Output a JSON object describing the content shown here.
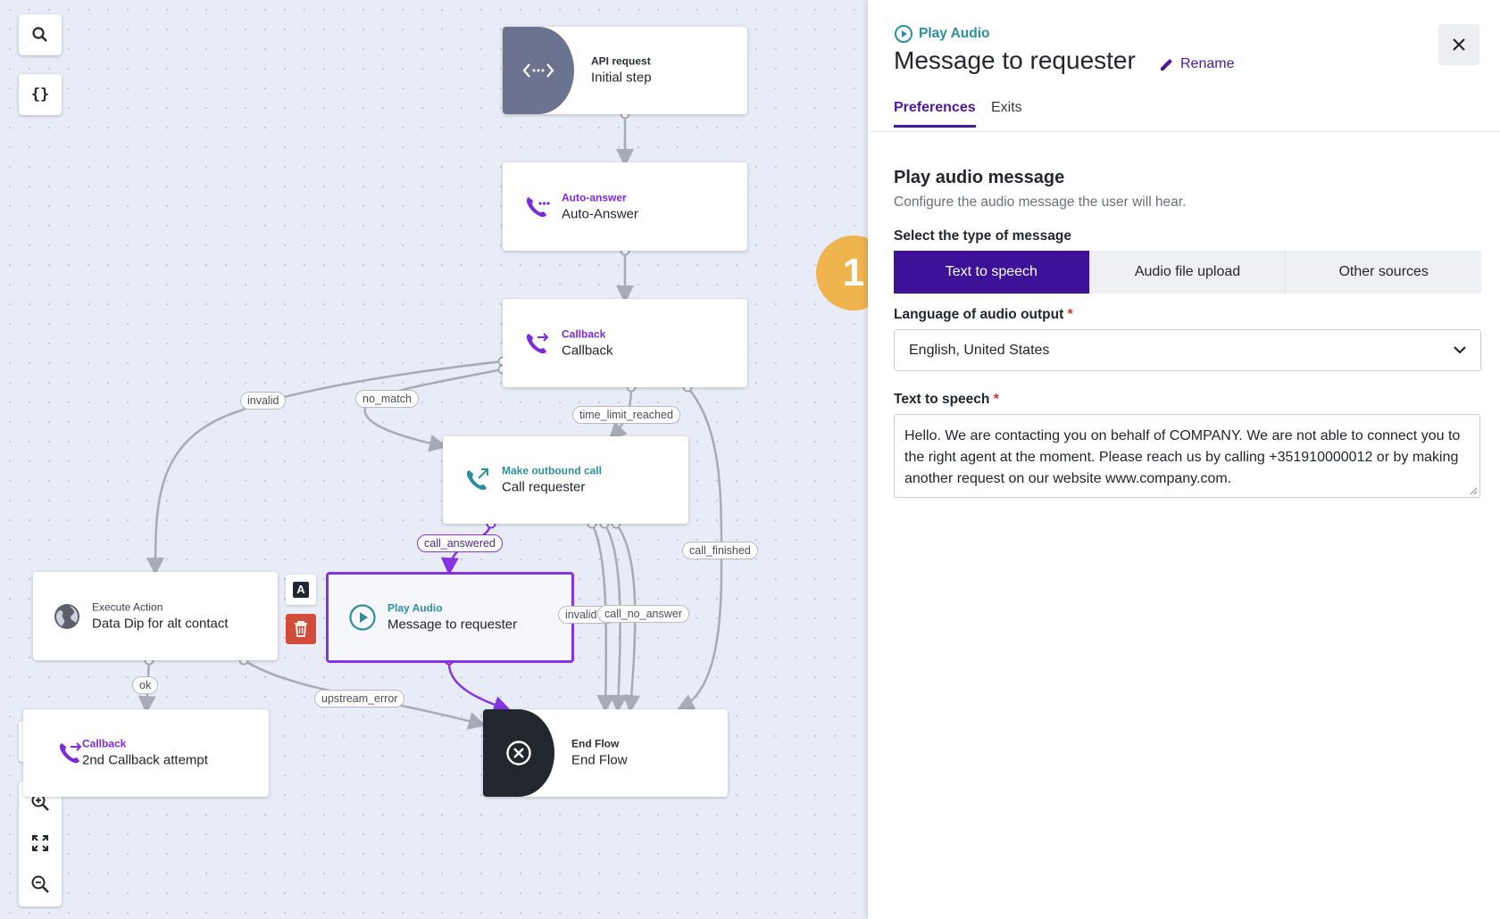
{
  "canvas": {
    "nodes": {
      "api_request": {
        "type": "API request",
        "title": "Initial step"
      },
      "auto_answer": {
        "type": "Auto-answer",
        "title": "Auto-Answer"
      },
      "callback": {
        "type": "Callback",
        "title": "Callback"
      },
      "outbound": {
        "type": "Make outbound call",
        "title": "Call requester"
      },
      "execute": {
        "type": "Execute Action",
        "title": "Data Dip for alt contact"
      },
      "play_audio": {
        "type": "Play Audio",
        "title": "Message to requester"
      },
      "callback2": {
        "type": "Callback",
        "title": "2nd Callback attempt"
      },
      "end_flow": {
        "type": "End Flow",
        "title": "End Flow"
      }
    },
    "edge_labels": {
      "invalid_1": "invalid",
      "no_match": "no_match",
      "time_limit_reached": "time_limit_reached",
      "call_answered": "call_answered",
      "call_finished": "call_finished",
      "invalid_2": "invalid",
      "call_no_answer": "call_no_answer",
      "ok": "ok",
      "upstream_error": "upstream_error"
    },
    "node_actions": {
      "label_button": "A"
    },
    "toolbar": {
      "search_icon": "search-icon",
      "json_icon": "braces-icon",
      "json_label": "{}"
    }
  },
  "panel": {
    "node_type": "Play Audio",
    "title": "Message to requester",
    "rename_label": "Rename",
    "tabs": [
      "Preferences",
      "Exits"
    ],
    "active_tab": "Preferences",
    "section_title": "Play audio message",
    "section_desc": "Configure the audio message the user will hear.",
    "message_type_label": "Select the type of message",
    "message_types": [
      "Text to speech",
      "Audio file upload",
      "Other sources"
    ],
    "selected_message_type": "Text to speech",
    "language_label": "Language of audio output",
    "language_value": "English, United States",
    "tts_label": "Text to speech",
    "required_mark": "*",
    "tts_value": "Hello. We are contacting you on behalf of COMPANY. We are not able to connect you to the right agent at the moment. Please reach us by calling +351910000012 or by making another request on our website www.company.com."
  },
  "annotation": {
    "step_number": "1"
  },
  "colors": {
    "accent_purple": "#3d1198",
    "brand_violet": "#8434e0",
    "teal": "#2c8f9e",
    "badge_orange": "#f0b44e",
    "canvas_bg": "#e8ecf7",
    "delete_red": "#d24c3a"
  }
}
